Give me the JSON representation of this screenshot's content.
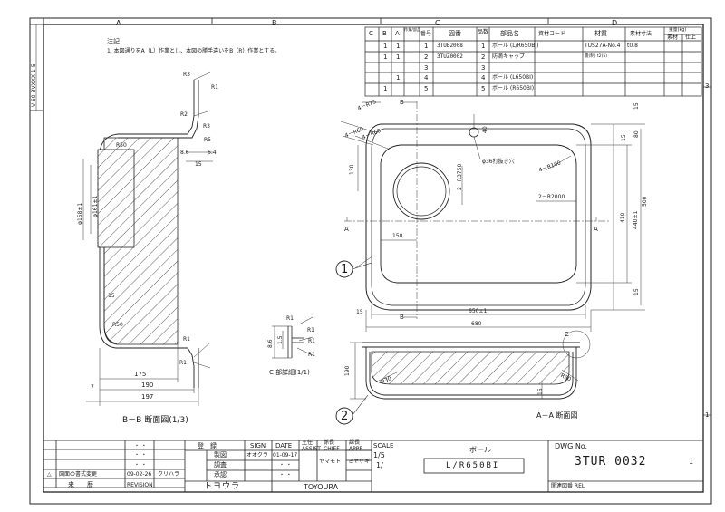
{
  "grid": {
    "columns": [
      "A",
      "B",
      "C",
      "D"
    ],
    "rows": [
      "3",
      "1"
    ],
    "side_label": "V-60-3VXXX-1-5"
  },
  "notes": {
    "heading": "注記",
    "line1": "1. 本図通りをA（L）作業とし、本図の勝手違いをB（R）作業とする。"
  },
  "parts_table": {
    "headers": [
      "C",
      "B",
      "A",
      "作業/部品",
      "番号",
      "図番",
      "品数",
      "部品名",
      "資材コード",
      "材質",
      "素材寸法",
      "重量(kg)"
    ],
    "weight_sub": [
      "素材",
      "仕上"
    ],
    "rows": [
      {
        "c": "",
        "b": "1",
        "a": "1",
        "no": "1",
        "dwg": "3TUB2008",
        "qty": "1",
        "name": "ボール (L/R650BI)",
        "code": "",
        "material": "TUS27A-No.4",
        "size": "t0.8"
      },
      {
        "c": "",
        "b": "1",
        "a": "1",
        "no": "2",
        "dwg": "3TUZ0002",
        "qty": "2",
        "name": "防滴キャップ",
        "code": "",
        "material": "震(制) t2(5)",
        "size": ""
      },
      {
        "c": "",
        "b": "",
        "a": "",
        "no": "3",
        "dwg": "",
        "qty": "3",
        "name": "",
        "code": "",
        "material": "",
        "size": ""
      },
      {
        "c": "",
        "b": "",
        "a": "1",
        "no": "4",
        "dwg": "",
        "qty": "4",
        "name": "ボール (L650BI)",
        "code": "",
        "material": "",
        "size": ""
      },
      {
        "c": "",
        "b": "1",
        "a": "",
        "no": "5",
        "dwg": "",
        "qty": "5",
        "name": "ボール (R650BI)",
        "code": "",
        "material": "",
        "size": ""
      }
    ]
  },
  "views": {
    "bb_caption": "B－B 断面図(1/3)",
    "aa_caption": "A－A 断面図",
    "c_caption": "C 部詳細(1/1)",
    "bubble1": "1",
    "bubble2": "2"
  },
  "dims": {
    "r3": "R3",
    "r1": "R1",
    "r2": "R2",
    "r5": "R5",
    "r3b": "R3",
    "r1b": "R1",
    "d86": "8.6",
    "d64": "6.4",
    "d15": "15",
    "phi158": "φ158±1",
    "phi16": "φ161±1",
    "r50": "R50",
    "r15": "15",
    "r50b": "R50",
    "d175": "175",
    "d190": "190",
    "d197": "197",
    "d7": "7",
    "r1c": "R1",
    "r1d": "R1",
    "c_r1a": "R1",
    "c_86": "8.6",
    "c_15": "1.5",
    "c_r1b": "R1",
    "c_r1c": "R1",
    "c_r1d": "R1",
    "p4r75": "4－R75",
    "p4r60": "4－R60",
    "p4r60b": "4－R60",
    "p4r100": "4－R100",
    "p40": "40",
    "p130": "130",
    "p2r3750": "2－R3750",
    "p2r2000": "2－R2000",
    "p36": "φ36打抜き穴",
    "p150": "150",
    "p410": "410",
    "p440": "440±1",
    "p500": "500",
    "p15a": "15",
    "p15b": "15",
    "p15c": "15",
    "p15d": "15",
    "p80": "80",
    "p650": "650±1",
    "p680": "680",
    "pB1": "B",
    "pB2": "B",
    "pA1": "A",
    "pA2": "A",
    "a190": "190",
    "aR30": "R30",
    "aR30b": "R30",
    "aC": "C",
    "a15": "15"
  },
  "title_block": {
    "rev_row_label": "図面の書式変更",
    "rev_row_date": "09-02-26",
    "rev_row_by": "クリハラ",
    "history_label": "来　　歴",
    "revision_label": "REVISION",
    "sign": "SIGN",
    "date": "DATE",
    "assist": "主任\nASSIST",
    "chief": "係長\nCHIEF",
    "appr": "課長\nAPPR",
    "scale_label": "SCALE",
    "scale_val": "1/5",
    "scale_val2": "1/",
    "registered": "登　録",
    "made": "製図",
    "checked": "調査",
    "approved": "承認",
    "made_sign": "オオクラ",
    "made_date": "01-09-17",
    "chief_sign": "ヤマモト",
    "appr_sign": "ミヤザキ",
    "dots": "・  ・",
    "company_jp": "トヨウラ",
    "company_en": "TOYOURA",
    "part_name": "ボール",
    "part_model": "L/R650BI",
    "dwg_no_label": "DWG No.",
    "dwg_no": "3TUR 0032",
    "dwg_rev": "1",
    "related_label": "関連図番 REL"
  }
}
